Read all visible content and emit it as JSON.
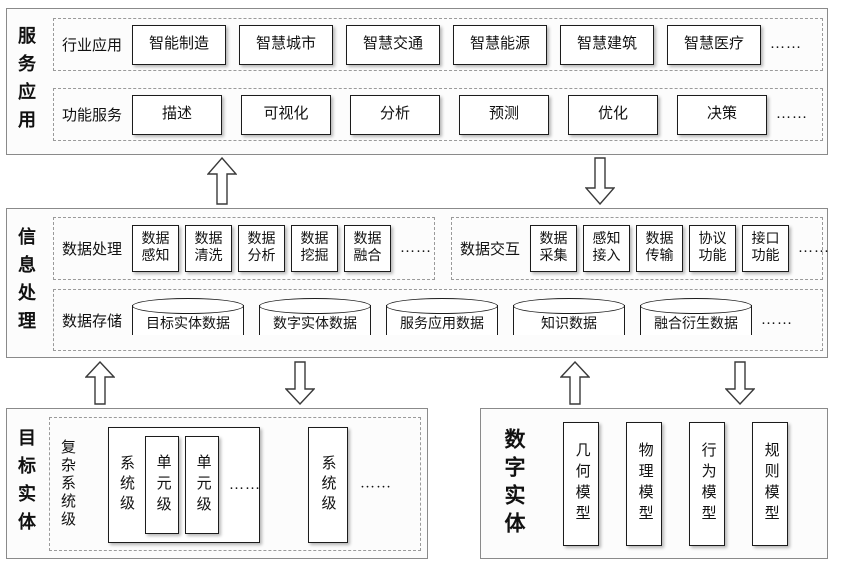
{
  "service": {
    "layer_label": "服务应用",
    "industry": {
      "label": "行业应用",
      "items": [
        "智能制造",
        "智慧城市",
        "智慧交通",
        "智慧能源",
        "智慧建筑",
        "智慧医疗"
      ],
      "more": "……"
    },
    "function": {
      "label": "功能服务",
      "items": [
        "描述",
        "可视化",
        "分析",
        "预测",
        "优化",
        "决策"
      ],
      "more": "……"
    }
  },
  "information": {
    "layer_label": "信息处理",
    "processing": {
      "label": "数据处理",
      "items": [
        "数据感知",
        "数据清洗",
        "数据分析",
        "数据挖掘",
        "数据融合"
      ],
      "more": "……"
    },
    "interaction": {
      "label": "数据交互",
      "items": [
        "数据采集",
        "感知接入",
        "数据传输",
        "协议功能",
        "接口功能"
      ],
      "more": "……"
    },
    "storage": {
      "label": "数据存储",
      "items": [
        "目标实体数据",
        "数字实体数据",
        "服务应用数据",
        "知识数据",
        "融合衍生数据"
      ],
      "more": "……"
    }
  },
  "target_entity": {
    "layer_label": "目标实体",
    "complex_system_label": "复杂系统级",
    "system_group": {
      "label": "系统级",
      "units": [
        "单元级",
        "单元级"
      ],
      "more": "……"
    },
    "system_single": "系统级",
    "more": "……"
  },
  "digital_entity": {
    "layer_label": "数字实体",
    "models": [
      "几何模型",
      "物理模型",
      "行为模型",
      "规则模型"
    ]
  }
}
